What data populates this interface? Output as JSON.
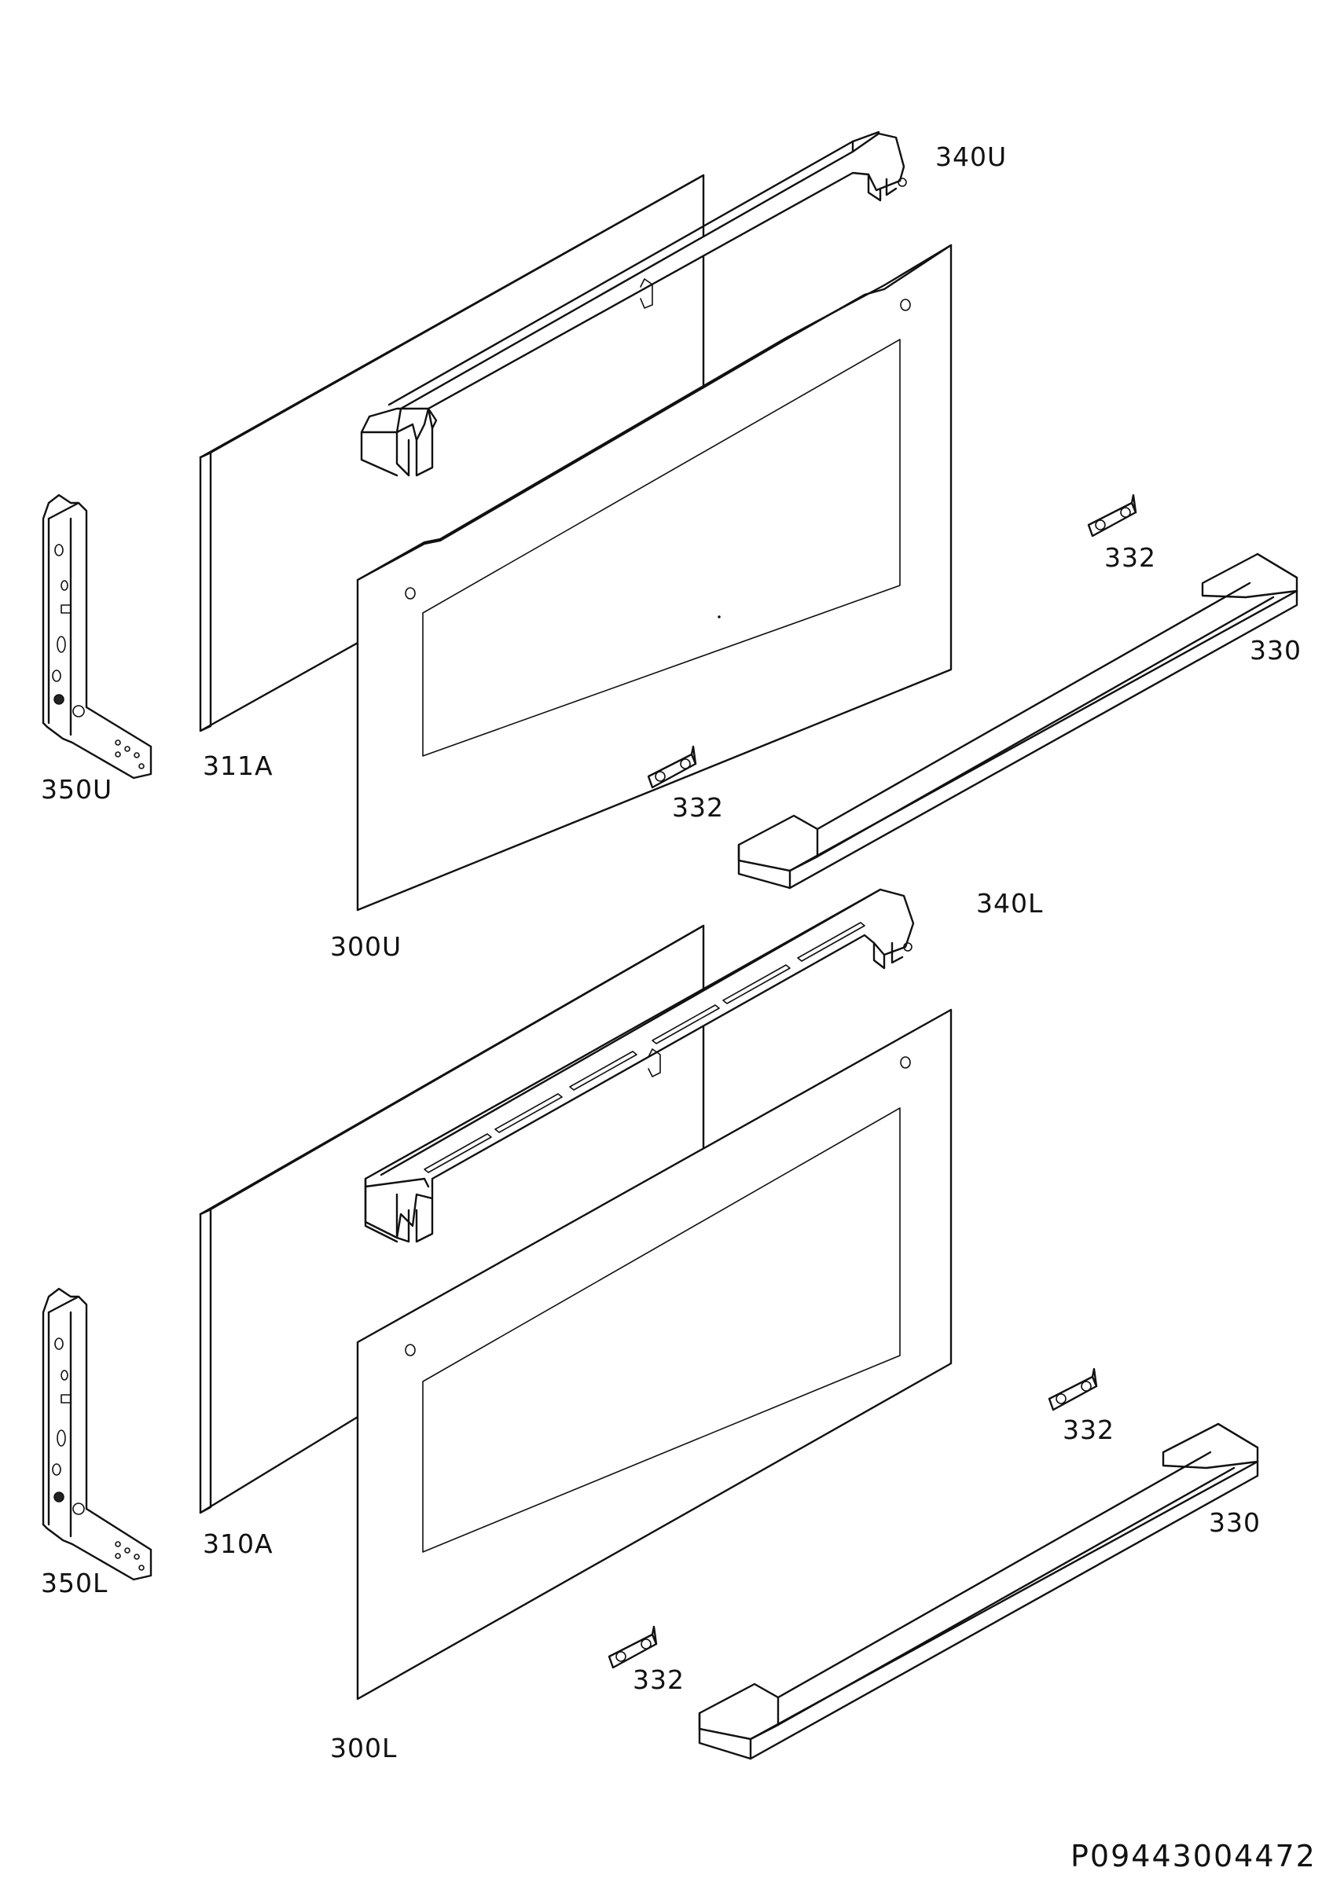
{
  "labels": {
    "p340U": "340U",
    "p332a": "332",
    "p330a": "330",
    "p311A": "311A",
    "p350U": "350U",
    "p332b": "332",
    "p340L": "340L",
    "p300U": "300U",
    "p332c": "332",
    "p330b": "330",
    "p310A": "310A",
    "p350L": "350L",
    "p332d": "332",
    "p300L": "300L"
  },
  "document_id": "P09443004472"
}
